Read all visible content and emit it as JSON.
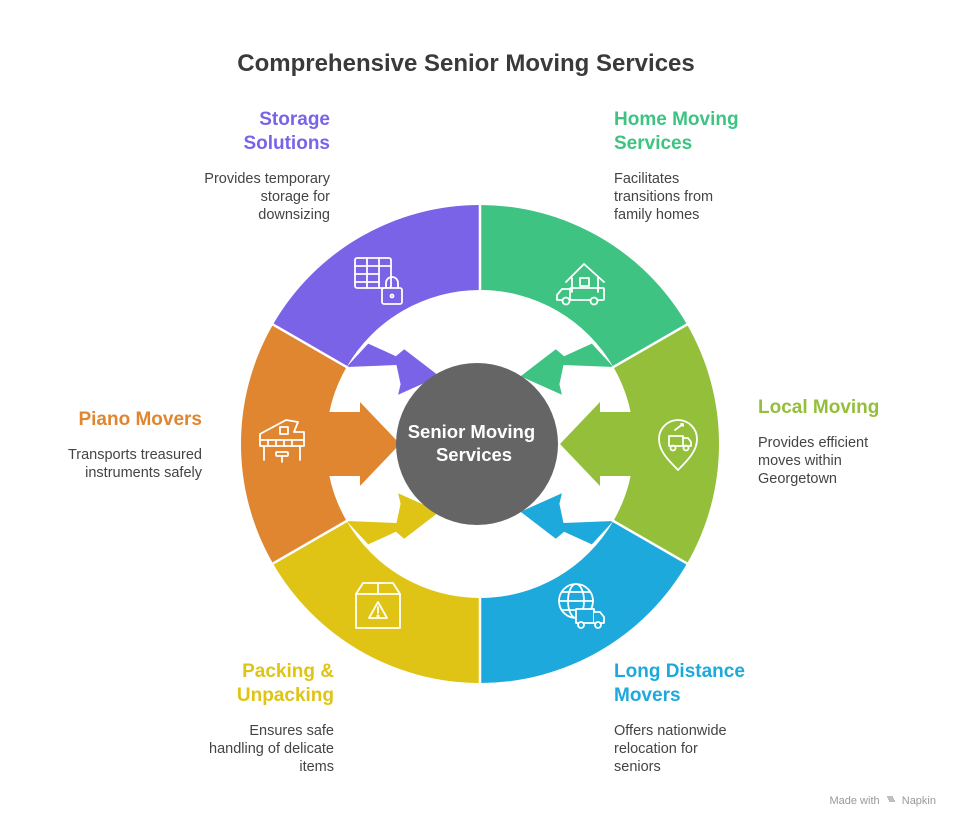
{
  "title": "Comprehensive Senior Moving Services",
  "center_label": [
    "Senior Moving",
    "Services"
  ],
  "segments": [
    {
      "key": "storage",
      "heading": [
        "Storage",
        "Solutions"
      ],
      "description": [
        "Provides temporary",
        "storage for",
        "downsizing"
      ],
      "color": "#7A63E7",
      "icon": "storage-lock-icon"
    },
    {
      "key": "home",
      "heading": [
        "Home Moving",
        "Services"
      ],
      "description": [
        "Facilitates",
        "transitions from",
        "family homes"
      ],
      "color": "#3EC383",
      "icon": "house-truck-icon"
    },
    {
      "key": "local",
      "heading": [
        "Local Moving"
      ],
      "description": [
        "Provides efficient",
        "moves within",
        "Georgetown"
      ],
      "color": "#93BF3A",
      "icon": "location-truck-icon"
    },
    {
      "key": "long",
      "heading": [
        "Long Distance",
        "Movers"
      ],
      "description": [
        "Offers nationwide",
        "relocation for",
        "seniors"
      ],
      "color": "#1EA9DC",
      "icon": "globe-truck-icon"
    },
    {
      "key": "packing",
      "heading": [
        "Packing &",
        "Unpacking"
      ],
      "description": [
        "Ensures safe",
        "handling of delicate",
        "items"
      ],
      "color": "#E0C415",
      "icon": "fragile-box-icon"
    },
    {
      "key": "piano",
      "heading": [
        "Piano Movers"
      ],
      "description": [
        "Transports treasured",
        "instruments safely"
      ],
      "color": "#E08631",
      "icon": "piano-icon"
    }
  ],
  "center_color": "#656565",
  "footer": {
    "made_with": "Made with",
    "brand": "Napkin"
  }
}
